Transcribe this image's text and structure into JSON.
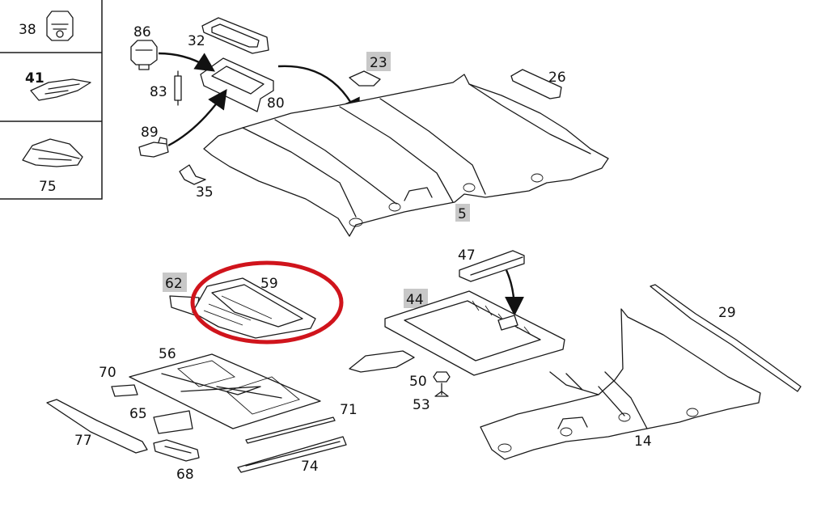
{
  "colors": {
    "line": "#1a1a1a",
    "highlight_box": "#c8c8c8",
    "circle": "#d0141c",
    "background": "#ffffff"
  },
  "inset_labels": [
    "38",
    "41",
    "75"
  ],
  "parts": {
    "p86": "86",
    "p32": "32",
    "p83": "83",
    "p80": "80",
    "p89": "89",
    "p35": "35",
    "p23": "23",
    "p26": "26",
    "p5": "5",
    "p62": "62",
    "p59": "59",
    "p47": "47",
    "p44": "44",
    "p56": "56",
    "p70": "70",
    "p65": "65",
    "p77": "77",
    "p68": "68",
    "p71": "71",
    "p74": "74",
    "p50": "50",
    "p53": "53",
    "p29": "29",
    "p14": "14"
  },
  "highlighted": [
    "23",
    "5",
    "62",
    "44"
  ],
  "circled": "59"
}
